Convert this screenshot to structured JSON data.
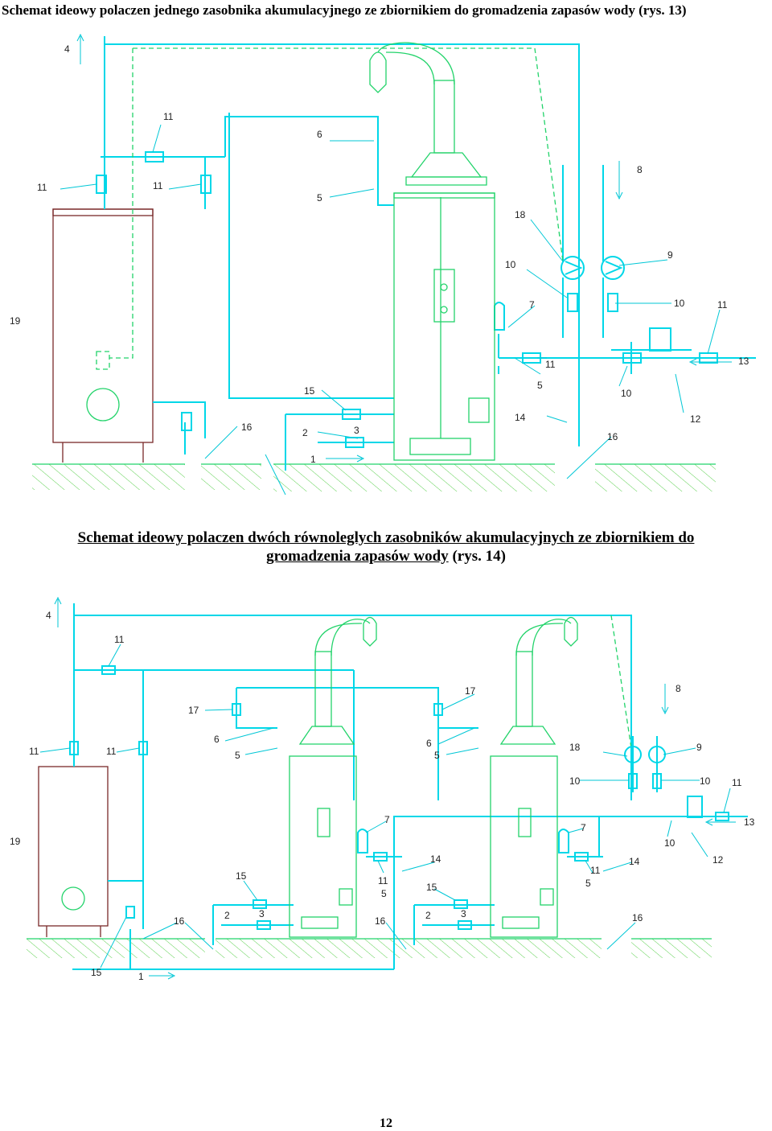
{
  "title_top": "Schemat ideowy polaczen jednego zasobnika akumulacyjnego ze zbiornikiem do gromadzenia zapasów wody (rys. 13)",
  "title_bottom_line1": "Schemat ideowy polaczen dwóch równoleglych zasobników akumulacyjnych ze zbiornikiem do",
  "title_bottom_line2": "gromadzenia zapasów wody",
  "title_bottom_suffix": "(rys. 14)",
  "page_number": "12",
  "diagram1_labels": {
    "l4": "4",
    "l11a": "11",
    "l11b": "11",
    "l11c": "11",
    "l6": "6",
    "l5": "5",
    "l8": "8",
    "l18": "18",
    "l10a": "10",
    "l9": "9",
    "l7": "7",
    "l10b": "10",
    "l11d": "11",
    "l19": "19",
    "l11e": "11",
    "l5b": "5",
    "l13": "13",
    "l15": "15",
    "l10c": "10",
    "l14": "14",
    "l12": "12",
    "l16a": "16",
    "l2": "2",
    "l3": "3",
    "l16b": "16",
    "l1": "1"
  },
  "diagram2_labels": {
    "l4": "4",
    "l11a": "11",
    "l17a": "17",
    "l17b": "17",
    "l8": "8",
    "l6a": "6",
    "l6b": "6",
    "l11b": "11",
    "l11c": "11",
    "l5a": "5",
    "l5b": "5",
    "l18": "18",
    "l9": "9",
    "l10a": "10",
    "l10b": "10",
    "l11d": "11",
    "l7a": "7",
    "l7b": "7",
    "l13": "13",
    "l19": "19",
    "l10c": "10",
    "l14a": "14",
    "l14b": "14",
    "l12": "12",
    "l11e": "11",
    "l11f": "11",
    "l5c": "5",
    "l5d": "5",
    "l15a": "15",
    "l15b": "15",
    "l16a": "16",
    "l2a": "2",
    "l3a": "3",
    "l16b": "16",
    "l2b": "2",
    "l3b": "3",
    "l16c": "16",
    "l15c": "15",
    "l1": "1"
  },
  "colors": {
    "pipe": "#00d7e8",
    "heater": "#22d36a",
    "tank_outline": "#7a2a2a",
    "hatch": "#5bd04e"
  }
}
